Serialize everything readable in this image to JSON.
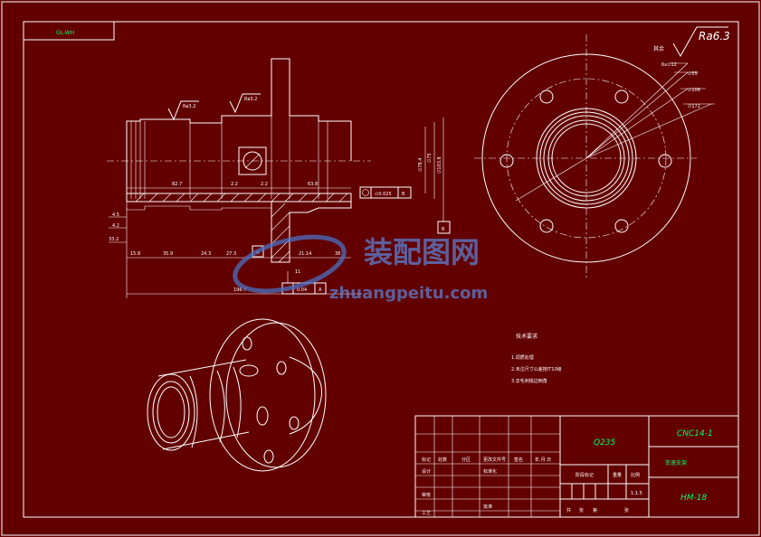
{
  "drawing": {
    "code_box": "GL-WH",
    "roughness_note": "其余",
    "roughness_value": "Ra6.3",
    "hole_callouts": [
      "6x∅12",
      "∅55",
      "∅106",
      "∅172"
    ],
    "roughness_front_1": "Ra3.2",
    "roughness_front_2": "Ra3.2",
    "tolerance_box": "∅0.025",
    "datum_b": "B",
    "datum_a": "A",
    "flatness_value": "0.04",
    "dims_horizontal": [
      "82.7",
      "2.2",
      "2.2",
      "63.8",
      "15.8",
      "35.9",
      "24.3",
      "27.3",
      "21.14",
      "38",
      "196.7",
      "11"
    ],
    "dims_vertical": [
      "∅78.4",
      "∅75",
      "∅103.8",
      "4.5",
      "4.2",
      "33.2"
    ],
    "tech_req_title": "技术要求",
    "tech_req_items": [
      "1.调质处理",
      "2.未注尺寸公差按IT10级",
      "3.去毛刺锐边倒角"
    ]
  },
  "watermark": {
    "cn": "装配图网",
    "url": "zhuangpeitu.com"
  },
  "title_block": {
    "material": "Q235",
    "drawing_no": "CNC14-1",
    "part_name": "变速支架",
    "doc_code": "HM-18",
    "scale": "1:1.5",
    "header_cells": [
      "标记",
      "处数",
      "分区",
      "更改文件号",
      "签名",
      "年.月.日"
    ],
    "row_labels": [
      "设计",
      "审核",
      "工艺"
    ],
    "row_mid": [
      "标准化",
      "批准"
    ],
    "stage_labels": [
      "阶段标记",
      "重量",
      "比例"
    ],
    "sheet_labels": [
      "共",
      "张",
      "第",
      "张"
    ]
  }
}
